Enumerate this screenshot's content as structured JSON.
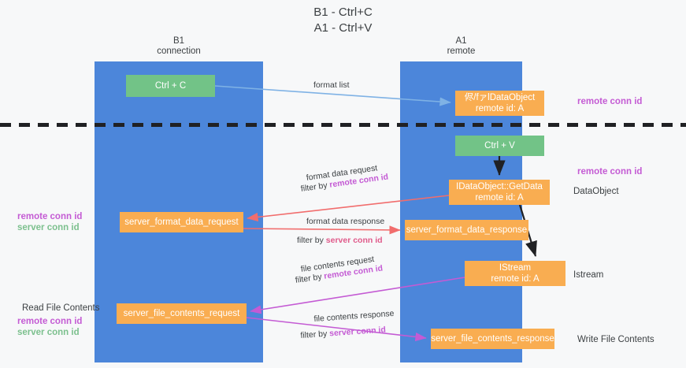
{
  "title": "B1 - Ctrl+C\nA1 - Ctrl+V",
  "lanes": [
    {
      "id": "b1",
      "header": "B1\nconnection"
    },
    {
      "id": "a1",
      "header": "A1\nremote"
    }
  ],
  "boxes": {
    "ctrl_c": {
      "line1": "Ctrl + C",
      "color": "#72c387"
    },
    "dataobject_top": {
      "line1": "侭/fァlDataObject",
      "line2": "remote id: A",
      "color": "#f9ad51"
    },
    "ctrl_v": {
      "line1": "Ctrl + V",
      "color": "#72c387"
    },
    "getdata": {
      "line1": "IDataObject::GetData",
      "line2": "remote id: A",
      "color": "#f9ad51"
    },
    "server_format_data_request": {
      "line1": "server_format_data_request",
      "color": "#f9ad51"
    },
    "server_format_data_response": {
      "line1": "server_format_data_response",
      "color": "#f9ad51"
    },
    "istream": {
      "line1": "IStream",
      "line2": "remote id: A",
      "color": "#f9ad51"
    },
    "server_file_contents_request": {
      "line1": "server_file_contents_request",
      "color": "#f9ad51"
    },
    "server_file_contents_response": {
      "line1": "server_file_contents_response",
      "color": "#f9ad51"
    }
  },
  "edge_labels": {
    "format_list": "format list",
    "format_data_request": "format data request",
    "format_data_request_filter_prefix": "filter by ",
    "format_data_request_filter_key": "remote conn id",
    "format_data_response": "format data response",
    "format_data_response_filter_prefix": "filter by ",
    "format_data_response_filter_key": "server conn id",
    "file_contents_request": "file contents request",
    "file_contents_request_filter_prefix": "filter by ",
    "file_contents_request_filter_key": "remote conn id",
    "file_contents_response": "file contents response",
    "file_contents_response_filter_prefix": "filter by ",
    "file_contents_response_filter_key": "server conn id"
  },
  "annotations": {
    "remote_conn_id_top": "remote conn id",
    "remote_conn_id_mid": "remote conn id",
    "dataobject": "DataObject",
    "istream": "Istream",
    "write_file_contents": "Write File Contents",
    "read_file_contents": "Read File Contents",
    "left_remote_conn_id_1": "remote conn id",
    "left_server_conn_id_1": "server conn id",
    "left_remote_conn_id_2": "remote conn id",
    "left_server_conn_id_2": "server conn id"
  },
  "colors": {
    "lane": "#4c86da",
    "green_node": "#72c387",
    "orange_node": "#f9ad51",
    "purple": "#c45bd4",
    "green_text": "#7cc08e",
    "pink_arrow": "#f16d6d",
    "magenta_arrow": "#c45bd4",
    "blue_arrow": "#7fb2e5",
    "background": "#f7f8f9"
  }
}
